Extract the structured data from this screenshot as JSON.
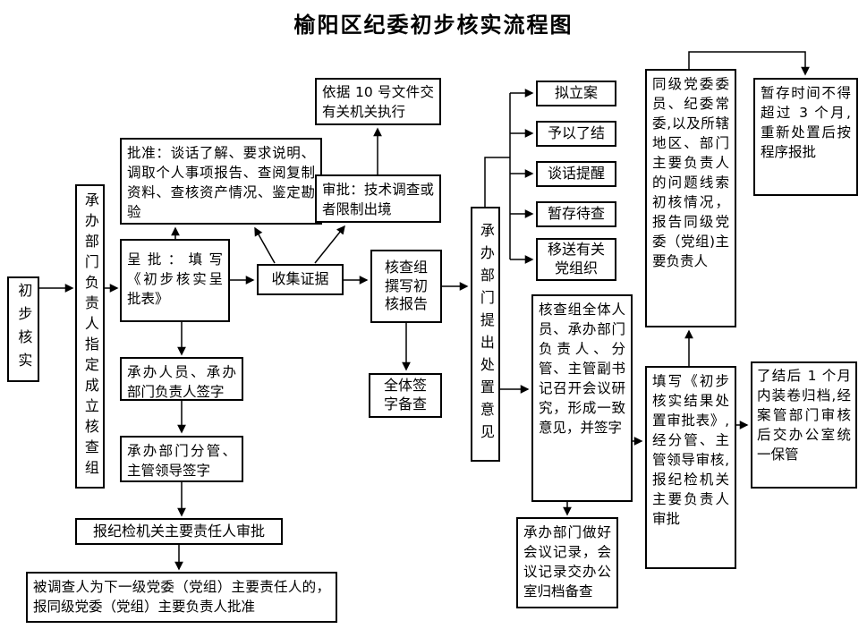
{
  "title": "榆阳区纪委初步核实流程图",
  "colors": {
    "background": "#ffffff",
    "line": "#000000",
    "text": "#000000"
  },
  "nodes": {
    "preliminary": {
      "label": "初步核实"
    },
    "team": {
      "label": "承办部门负责人指定成立核查组"
    },
    "approval_measures": {
      "label": "批准：谈话了解、要求说明、调取个人事项报告、查阅复制资料、查核资产情况、鉴定勘验"
    },
    "submit": {
      "label": "呈批：填写《初步核实呈批表》"
    },
    "staff_sign": {
      "label": "承办人员、承办部门负责人签字"
    },
    "leader_sign": {
      "label": "承办部门分管、主管领导签字"
    },
    "chief_approval": {
      "label": "报纪检机关主要责任人审批"
    },
    "lower_level": {
      "label": "被调查人为下一级党委（党组）主要责任人的，报同级党委（党组）主要负责人批准"
    },
    "collect": {
      "label": "收集证据"
    },
    "doc10": {
      "label": "依据 10 号文件交有关机关执行"
    },
    "tech": {
      "label": "审批：技术调查或者限制出境"
    },
    "report": {
      "label": "核查组撰写初核报告"
    },
    "all_sign": {
      "label": "全体签字备查"
    },
    "opinion": {
      "label": "承办部门提出处置意见"
    },
    "file_case": {
      "label": "拟立案"
    },
    "conclude": {
      "label": "予以了结"
    },
    "talk_reminder": {
      "label": "谈话提醒"
    },
    "hold_pending": {
      "label": "暂存待查"
    },
    "transfer_party": {
      "label": "移送有关党组织"
    },
    "meeting": {
      "label": "核查组全体人员、承办部门负责人、分管、主管副书记召开会议研究，形成一致意见，并签字"
    },
    "record": {
      "label": "承办部门做好会议记录，会议记录交办公室归档备查"
    },
    "same_level": {
      "label": "同级党委委员、纪委常委,以及所辖地区、部门主要负责人的问题线索初核情况，报告同级党委（党组)主要负责人"
    },
    "result_form": {
      "label": "填写《初步核实结果处置审批表》,经分管、主管领导审核,报纪检机关主要负责人审批"
    },
    "hold_time": {
      "label": "暂存时间不得超过 3 个月,重新处置后按程序报批"
    },
    "archive": {
      "label": "了结后 1 个月内装卷归档,经案管部门审核后交办公室统一保管"
    }
  },
  "edges": [
    {
      "from": "preliminary",
      "to": "team"
    },
    {
      "from": "team",
      "to": "submit"
    },
    {
      "from": "submit",
      "to": "approval_measures"
    },
    {
      "from": "submit",
      "to": "staff_sign"
    },
    {
      "from": "staff_sign",
      "to": "leader_sign"
    },
    {
      "from": "leader_sign",
      "to": "chief_approval"
    },
    {
      "from": "chief_approval",
      "to": "lower_level"
    },
    {
      "from": "submit",
      "to": "collect"
    },
    {
      "from": "collect",
      "to": "approval_measures"
    },
    {
      "from": "collect",
      "to": "tech"
    },
    {
      "from": "tech",
      "to": "doc10"
    },
    {
      "from": "collect",
      "to": "report"
    },
    {
      "from": "report",
      "to": "all_sign"
    },
    {
      "from": "report",
      "to": "opinion"
    },
    {
      "from": "opinion",
      "to": "file_case"
    },
    {
      "from": "opinion",
      "to": "conclude"
    },
    {
      "from": "opinion",
      "to": "talk_reminder"
    },
    {
      "from": "opinion",
      "to": "hold_pending"
    },
    {
      "from": "opinion",
      "to": "transfer_party"
    },
    {
      "from": "opinion",
      "to": "meeting"
    },
    {
      "from": "meeting",
      "to": "record"
    },
    {
      "from": "meeting",
      "to": "result_form"
    },
    {
      "from": "result_form",
      "to": "same_level"
    },
    {
      "from": "same_level",
      "to": "hold_time"
    },
    {
      "from": "result_form",
      "to": "archive"
    }
  ]
}
